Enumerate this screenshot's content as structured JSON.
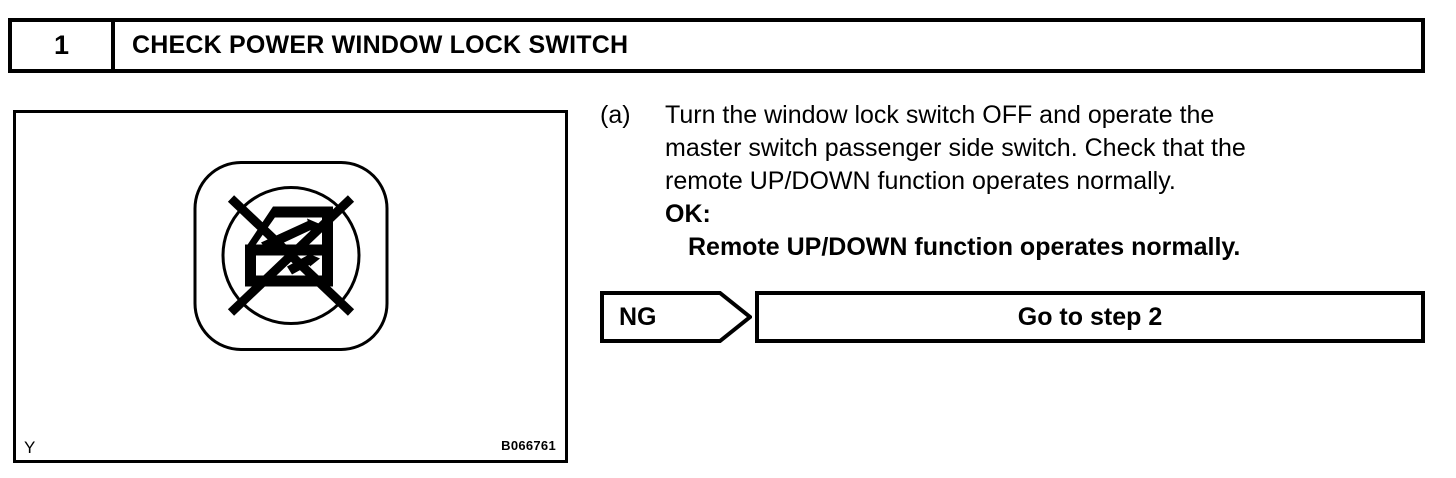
{
  "step_header": {
    "number": "1",
    "title": "CHECK POWER WINDOW LOCK SWITCH"
  },
  "illustration": {
    "icon_name": "window-lock-off-symbol",
    "corner_mark": "Y",
    "reference_code": "B066761"
  },
  "instructions": {
    "marker": "(a)",
    "lines": [
      "Turn the window lock switch OFF and operate the",
      "master switch passenger side switch. Check that the",
      "remote UP/DOWN function operates normally."
    ],
    "result_label": "OK:",
    "result_value": "Remote UP/DOWN function operates normally."
  },
  "flow": {
    "tag_label": "NG",
    "target_label": "Go to step 2"
  },
  "colors": {
    "ink": "#000000",
    "paper": "#ffffff"
  }
}
